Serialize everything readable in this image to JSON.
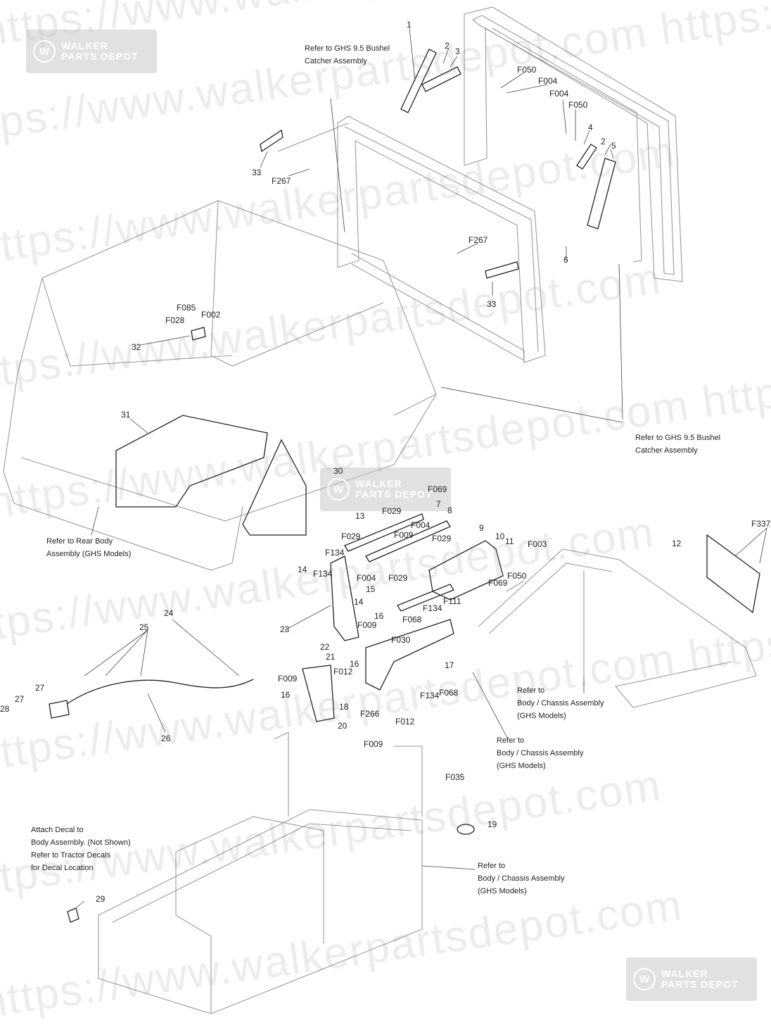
{
  "watermark": {
    "text_row_a": "https://www.walkerpartsdepot.com",
    "text_row_b": "https://www.walkerpartsdepot.com  https://"
  },
  "logos": [
    {
      "line1": "WALKER",
      "line2": "PARTS DEPOT"
    },
    {
      "line1": "WALKER",
      "line2": "PARTS DEPOT"
    },
    {
      "line1": "WALKER",
      "line2": "PARTS DEPOT"
    }
  ],
  "labels": [
    {
      "id": "l1",
      "text": "1"
    },
    {
      "id": "l2a",
      "text": "2"
    },
    {
      "id": "l3",
      "text": "3"
    },
    {
      "id": "lF050a",
      "text": "F050"
    },
    {
      "id": "lF004a",
      "text": "F004"
    },
    {
      "id": "lF004b",
      "text": "F004"
    },
    {
      "id": "lF050b",
      "text": "F050"
    },
    {
      "id": "l4",
      "text": "4"
    },
    {
      "id": "l2b",
      "text": "2"
    },
    {
      "id": "l5",
      "text": "5"
    },
    {
      "id": "l33a",
      "text": "33"
    },
    {
      "id": "lF267a",
      "text": "F267"
    },
    {
      "id": "lF267b",
      "text": "F267"
    },
    {
      "id": "l6",
      "text": "6"
    },
    {
      "id": "l33b",
      "text": "33"
    },
    {
      "id": "lF085",
      "text": "F085"
    },
    {
      "id": "lF028",
      "text": "F028"
    },
    {
      "id": "lF002",
      "text": "F002"
    },
    {
      "id": "l32",
      "text": "32"
    },
    {
      "id": "l31",
      "text": "31"
    },
    {
      "id": "l30",
      "text": "30"
    },
    {
      "id": "lF069a",
      "text": "F069"
    },
    {
      "id": "l7",
      "text": "7"
    },
    {
      "id": "l8",
      "text": "8"
    },
    {
      "id": "l13",
      "text": "13"
    },
    {
      "id": "lF029a",
      "text": "F029"
    },
    {
      "id": "lF004c",
      "text": "F004"
    },
    {
      "id": "lF029b",
      "text": "F029"
    },
    {
      "id": "lF009a",
      "text": "F009"
    },
    {
      "id": "l9",
      "text": "9"
    },
    {
      "id": "lF029c",
      "text": "F029"
    },
    {
      "id": "l10",
      "text": "10"
    },
    {
      "id": "l11",
      "text": "11"
    },
    {
      "id": "lF003",
      "text": "F003"
    },
    {
      "id": "lF134a",
      "text": "F134"
    },
    {
      "id": "l14a",
      "text": "14"
    },
    {
      "id": "lF134b",
      "text": "F134"
    },
    {
      "id": "lF004d",
      "text": "F004"
    },
    {
      "id": "lF029d",
      "text": "F029"
    },
    {
      "id": "lF069b",
      "text": "F069"
    },
    {
      "id": "lF050c",
      "text": "F050"
    },
    {
      "id": "l15",
      "text": "15"
    },
    {
      "id": "l14b",
      "text": "14"
    },
    {
      "id": "lF134c",
      "text": "F134"
    },
    {
      "id": "lF111",
      "text": "F111"
    },
    {
      "id": "l16a",
      "text": "16"
    },
    {
      "id": "lF068a",
      "text": "F068"
    },
    {
      "id": "l23",
      "text": "23"
    },
    {
      "id": "lF009b",
      "text": "F009"
    },
    {
      "id": "lF030",
      "text": "F030"
    },
    {
      "id": "l17",
      "text": "17"
    },
    {
      "id": "l16b",
      "text": "16"
    },
    {
      "id": "l22",
      "text": "22"
    },
    {
      "id": "l21",
      "text": "21"
    },
    {
      "id": "lF012a",
      "text": "F012"
    },
    {
      "id": "lF134d",
      "text": "F134"
    },
    {
      "id": "lF068b",
      "text": "F068"
    },
    {
      "id": "lF009c",
      "text": "F009"
    },
    {
      "id": "l16c",
      "text": "16"
    },
    {
      "id": "l18",
      "text": "18"
    },
    {
      "id": "lF266",
      "text": "F266"
    },
    {
      "id": "lF012b",
      "text": "F012"
    },
    {
      "id": "l20",
      "text": "20"
    },
    {
      "id": "l24",
      "text": "24"
    },
    {
      "id": "l25",
      "text": "25"
    },
    {
      "id": "l27a",
      "text": "27"
    },
    {
      "id": "l27b",
      "text": "27"
    },
    {
      "id": "l28",
      "text": "28"
    },
    {
      "id": "l26",
      "text": "26"
    },
    {
      "id": "l12",
      "text": "12"
    },
    {
      "id": "lF337",
      "text": "F337"
    },
    {
      "id": "lF009d",
      "text": "F009"
    },
    {
      "id": "lF035",
      "text": "F035"
    },
    {
      "id": "l19",
      "text": "19"
    },
    {
      "id": "l29",
      "text": "29"
    }
  ],
  "notes": {
    "bushel_top": [
      "Refer to GHS 9.5 Bushel",
      "Catcher Assembly"
    ],
    "bushel_right": [
      "Refer to GHS 9.5 Bushel",
      "Catcher Assembly"
    ],
    "rear_body": [
      "Refer to Rear Body",
      "Assembly (GHS Models)"
    ],
    "chassis_1": [
      "Refer to",
      "Body / Chassis Assembly",
      "(GHS Models)"
    ],
    "chassis_2": [
      "Refer to",
      "Body / Chassis Assembly",
      "(GHS Models)"
    ],
    "chassis_3": [
      "Refer to",
      "Body / Chassis Assembly",
      "(GHS Models)"
    ],
    "decal": [
      "Attach Decal to",
      "Body Assembly. (Not Shown)",
      "Refer to Tractor Decals",
      "for Decal Location"
    ]
  }
}
